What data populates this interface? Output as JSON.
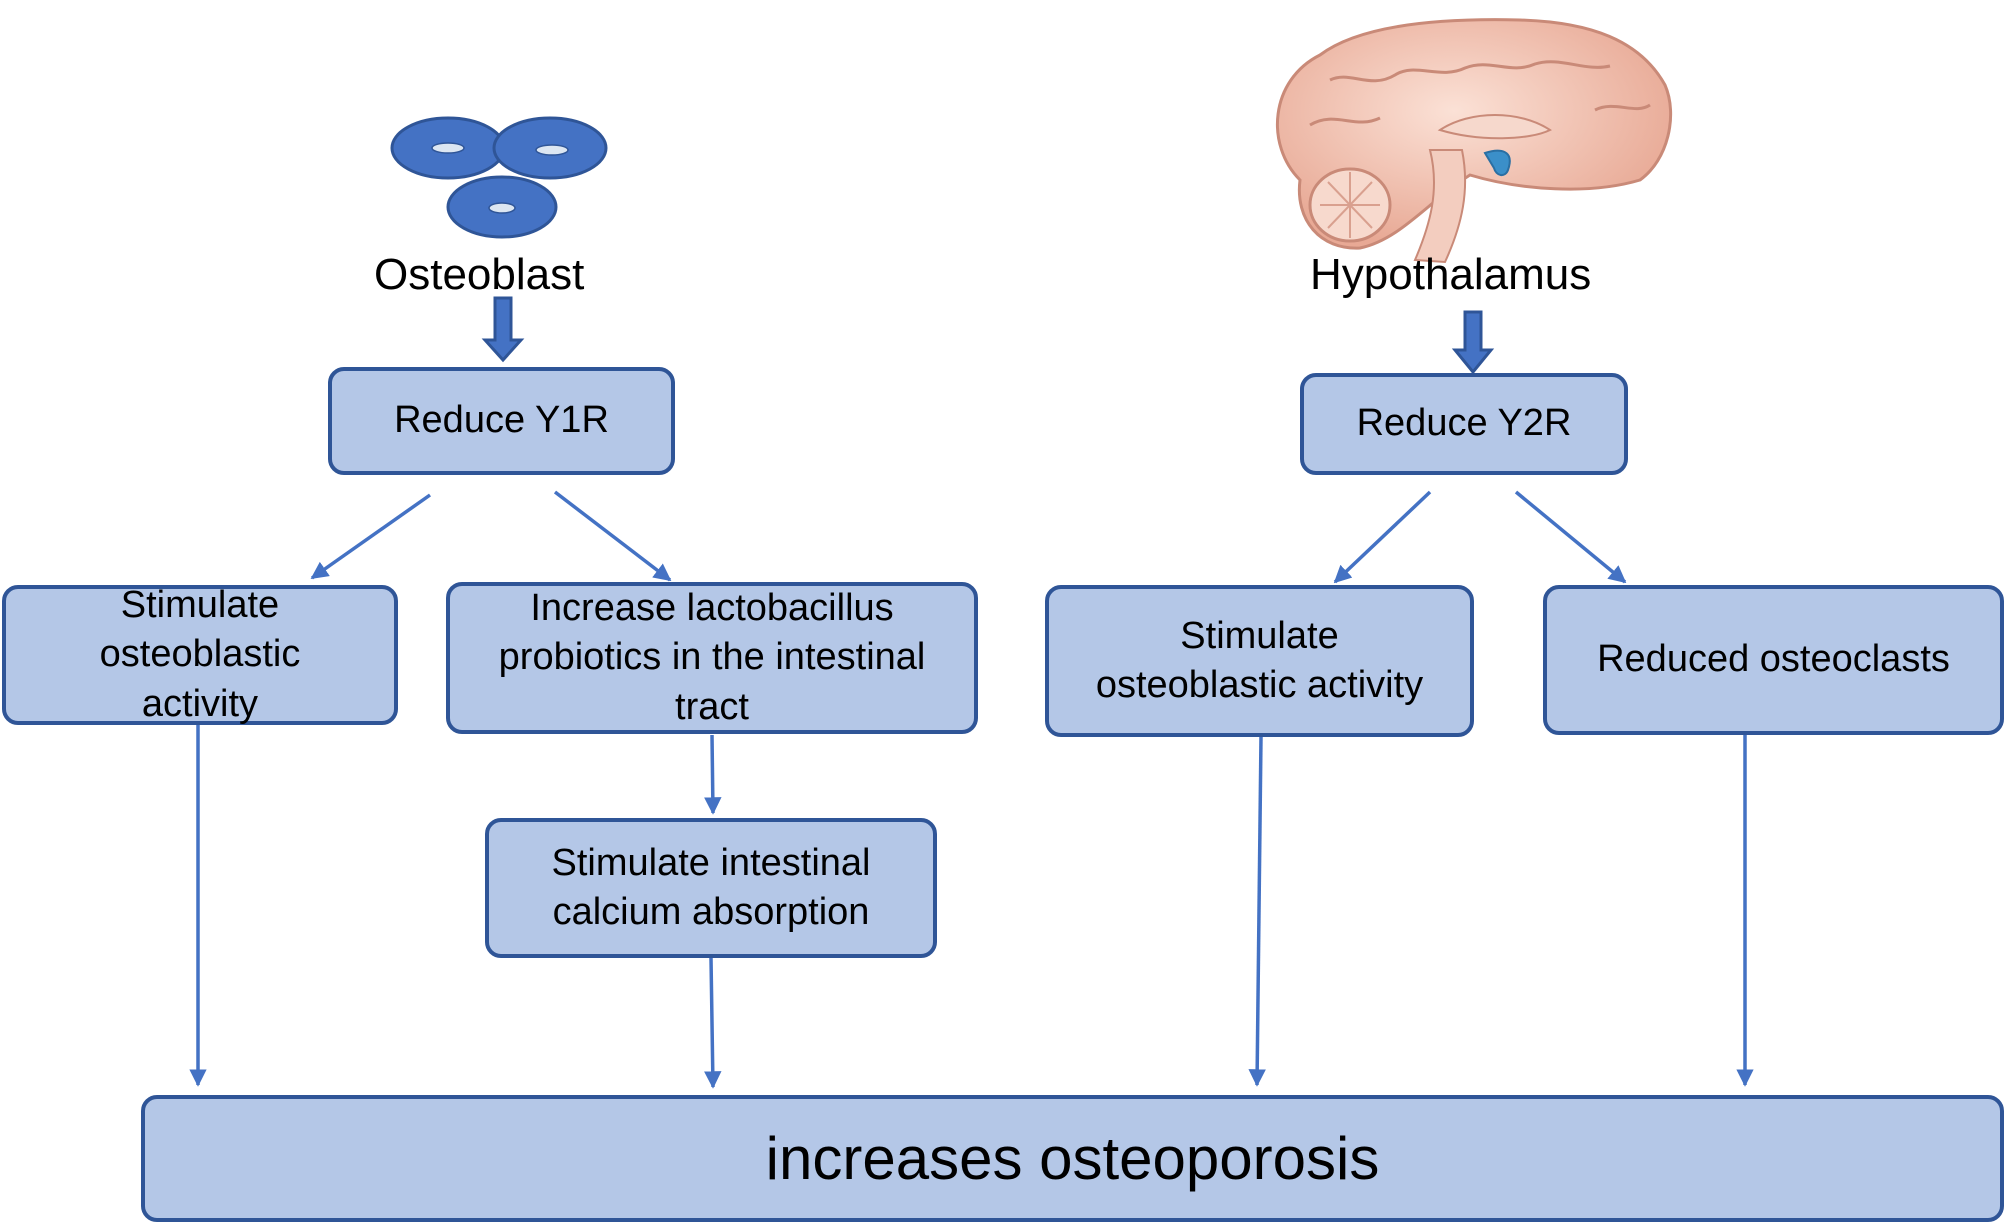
{
  "sources": {
    "left_label": "Osteoblast",
    "right_label": "Hypothalamus"
  },
  "boxes": {
    "reduce_y1r": "Reduce Y1R",
    "reduce_y2r": "Reduce Y2R",
    "stimulate_osteoblastic_left": [
      "Stimulate",
      "osteoblastic",
      "activity"
    ],
    "increase_lactobacillus": [
      "Increase lactobacillus",
      "probiotics in the intestinal",
      "tract"
    ],
    "stimulate_calcium": [
      "Stimulate intestinal",
      "calcium absorption"
    ],
    "stimulate_osteoblastic_right": [
      "Stimulate",
      "osteoblastic activity"
    ],
    "reduced_osteoclasts": "Reduced osteoclasts",
    "outcome": "increases osteoporosis"
  },
  "colors": {
    "box_fill": "#b4c7e7",
    "box_border": "#2f5597",
    "arrow": "#4472c4",
    "cell_fill": "#4472c4",
    "cell_border": "#2f5597",
    "brain": "#f2c4b4"
  },
  "icons": {
    "left_source": "osteoblast-cells-icon",
    "right_source": "brain-icon"
  }
}
